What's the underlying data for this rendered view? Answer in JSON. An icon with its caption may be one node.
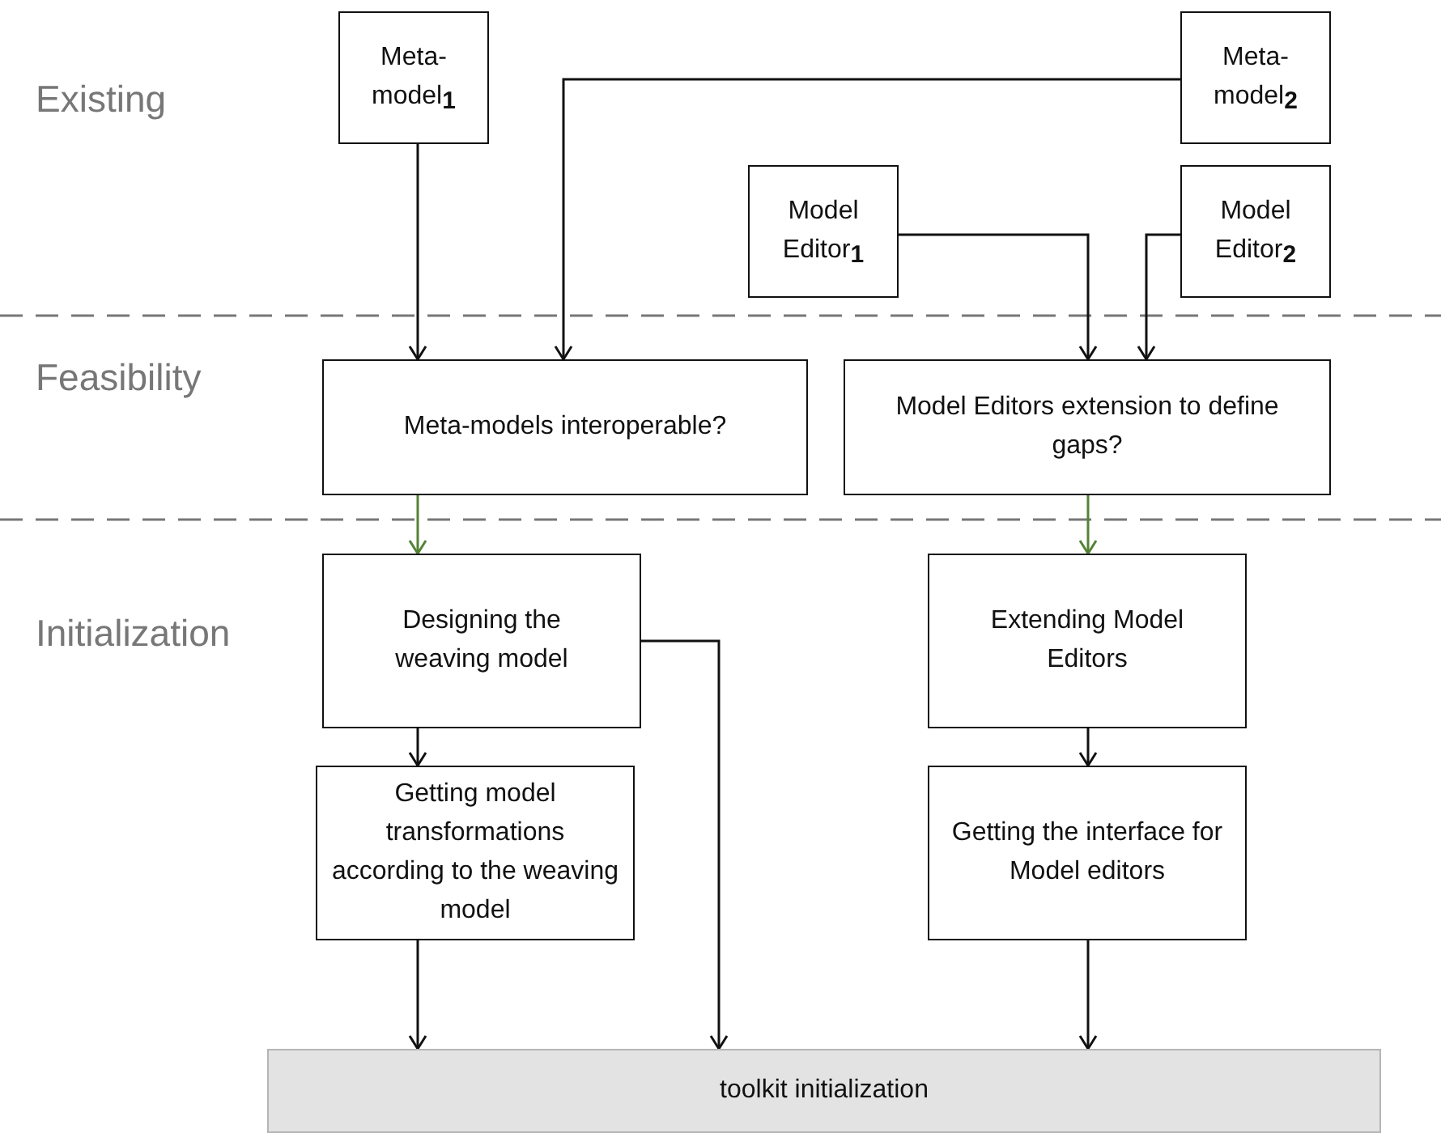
{
  "diagram": {
    "nodes": [
      {
        "text": [
          "Meta-model$_{1}$"
        ]
      },
      {
        "text": [
          "Meta-model$_{2}$"
        ]
      },
      {
        "text": [
          "Model Editor$_{1}$"
        ]
      },
      {
        "text": [
          "Model Editor$_{2}$"
        ]
      },
      {
        "text": [
          "Meta-models interoperable?"
        ]
      },
      {
        "text": [
          "Model Editors extension to define gaps?"
        ]
      },
      {
        "text": [
          "Designing the weaving model"
        ]
      },
      {
        "text": [
          "Getting model transformations according to the weaving model"
        ]
      },
      {
        "text": [
          "Extending Model Editors"
        ]
      },
      {
        "text": [
          "Getting the interface for Model editors"
        ]
      },
      {
        "text": [
          "toolkit initialization"
        ]
      }
    ],
    "edges": [
      {
        "from": 0,
        "to": 4,
        "arrow": "to"
      },
      {
        "from": 1,
        "to": 4,
        "arrow": "to"
      },
      {
        "from": 2,
        "to": 5,
        "arrow": "to"
      },
      {
        "from": 3,
        "to": 5,
        "arrow": "to"
      },
      {
        "from": 4,
        "to": 6,
        "arrow": "to",
        "color": "#548235"
      },
      {
        "from": 5,
        "to": 8,
        "arrow": "to",
        "color": "#548235"
      },
      {
        "from": 6,
        "to": 7,
        "arrow": "to"
      },
      {
        "from": 6,
        "to": 10,
        "arrow": "to"
      },
      {
        "from": 7,
        "to": 10,
        "arrow": "to"
      },
      {
        "from": 8,
        "to": 9,
        "arrow": "to"
      },
      {
        "from": 9,
        "to": 10,
        "arrow": "to"
      }
    ],
    "labels": [
      "Existing",
      "Feasibility",
      "Initialization"
    ]
  }
}
